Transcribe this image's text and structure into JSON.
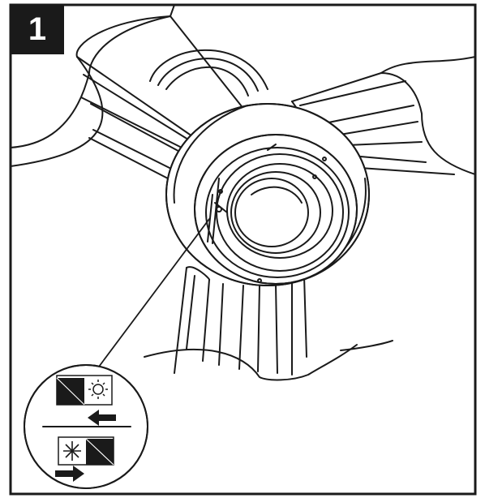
{
  "step": {
    "number": "1"
  },
  "icons": {
    "top": {
      "name": "summer-sun-icon",
      "arrow_direction": "left"
    },
    "bottom": {
      "name": "winter-snowflake-icon",
      "arrow_direction": "right"
    }
  },
  "colors": {
    "line": "#1a1a1a",
    "fill": "#ffffff",
    "badge": "#1a1a1a"
  }
}
